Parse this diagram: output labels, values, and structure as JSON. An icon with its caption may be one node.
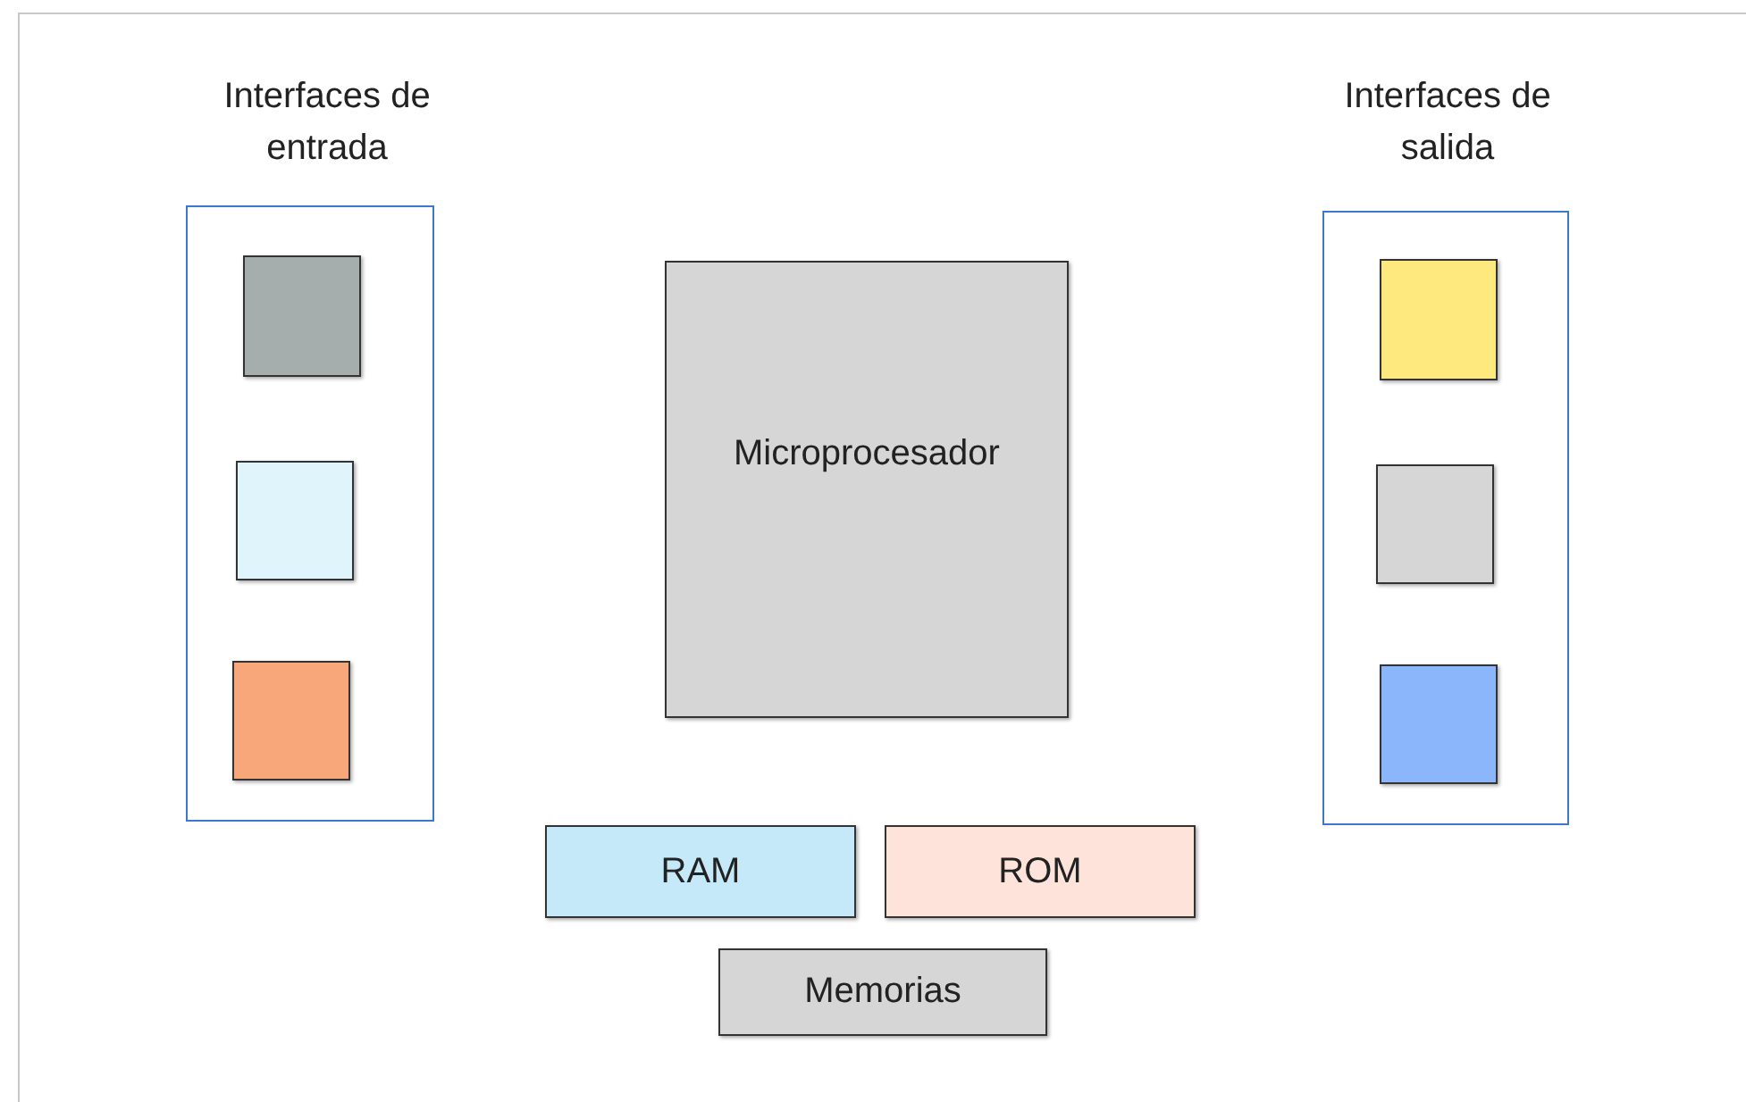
{
  "diagram": {
    "nodes": [
      {
        "text": [
          "Interfaces de entrada"
        ]
      },
      {
        "text": [],
        "shape": "box",
        "in": 0
      },
      {
        "text": [],
        "shape": "box",
        "in": 0
      },
      {
        "text": [],
        "shape": "box",
        "in": 0
      },
      {
        "text": [
          "Interfaces de salida"
        ]
      },
      {
        "text": [],
        "shape": "box",
        "in": 4
      },
      {
        "text": [],
        "shape": "box",
        "in": 4
      },
      {
        "text": [],
        "shape": "box",
        "in": 4
      },
      {
        "text": [
          "Microprocesador"
        ]
      },
      {
        "text": [
          "RAM"
        ]
      },
      {
        "text": [
          "ROM"
        ]
      },
      {
        "text": [
          "Memorias"
        ]
      }
    ],
    "edges": []
  }
}
